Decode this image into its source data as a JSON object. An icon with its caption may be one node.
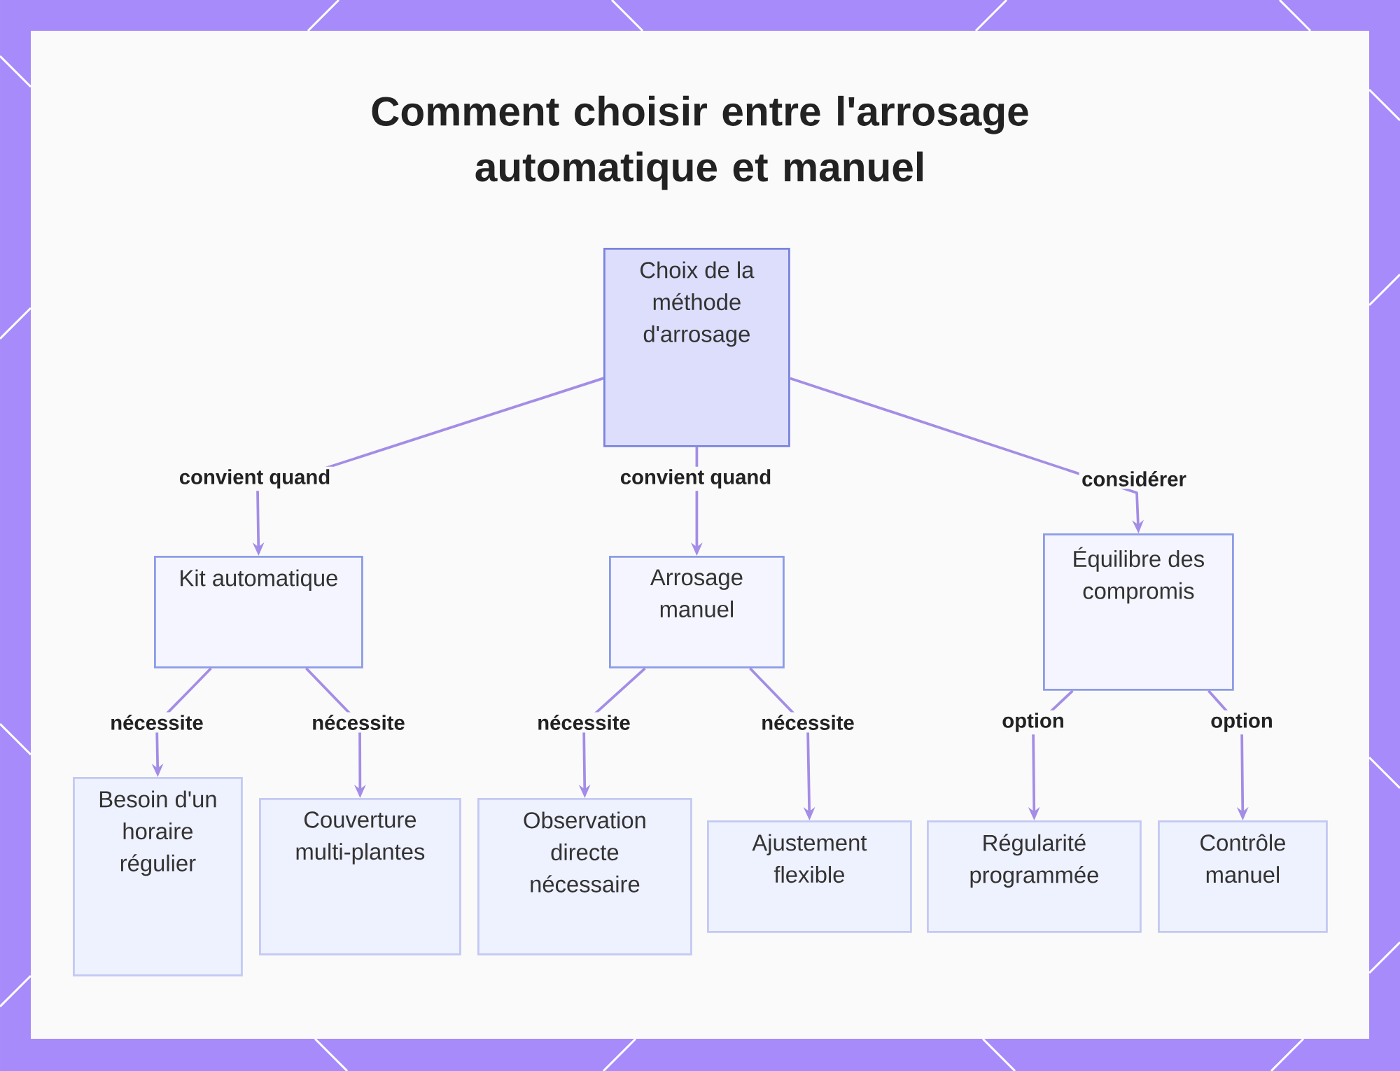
{
  "diagram": {
    "title": "Comment choisir entre l'arrosage automatique et manuel",
    "nodes": [
      {
        "text": [
          "Choix de la méthode d'arrosage"
        ]
      },
      {
        "text": [
          "Kit automatique"
        ]
      },
      {
        "text": [
          "Arrosage manuel"
        ]
      },
      {
        "text": [
          "Équilibre des compromis"
        ]
      },
      {
        "text": [
          "Besoin d'un horaire régulier"
        ]
      },
      {
        "text": [
          "Couverture multi-plantes"
        ]
      },
      {
        "text": [
          "Observation directe nécessaire"
        ]
      },
      {
        "text": [
          "Ajustement flexible"
        ]
      },
      {
        "text": [
          "Régularité programmée"
        ]
      },
      {
        "text": [
          "Contrôle manuel"
        ]
      }
    ],
    "edges": [
      {
        "from": 0,
        "to": 1,
        "arrow": "to",
        "label": "convient quand"
      },
      {
        "from": 0,
        "to": 2,
        "arrow": "to",
        "label": "convient quand"
      },
      {
        "from": 0,
        "to": 3,
        "arrow": "to",
        "label": "considérer"
      },
      {
        "from": 1,
        "to": 4,
        "arrow": "to",
        "label": "nécessite"
      },
      {
        "from": 1,
        "to": 5,
        "arrow": "to",
        "label": "nécessite"
      },
      {
        "from": 2,
        "to": 6,
        "arrow": "to",
        "label": "nécessite"
      },
      {
        "from": 2,
        "to": 7,
        "arrow": "to",
        "label": "nécessite"
      },
      {
        "from": 3,
        "to": 8,
        "arrow": "to",
        "label": "option"
      },
      {
        "from": 3,
        "to": 9,
        "arrow": "to",
        "label": "option"
      }
    ]
  }
}
